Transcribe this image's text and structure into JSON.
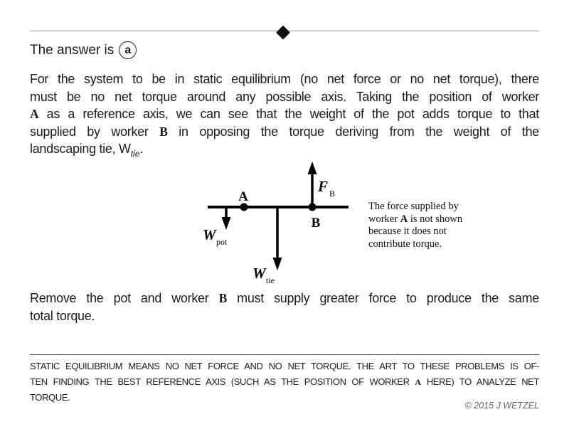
{
  "icons": {
    "diamond": "◆"
  },
  "colors": {
    "text": "#1c1c1c",
    "rule_top": "#999999",
    "rule_bottom": "#4a4a4a",
    "copyright_gray": "#666666",
    "diagram_ink": "#000000"
  },
  "answer": {
    "prefix": "The answer is",
    "letter": "a"
  },
  "explanation": {
    "line1": "For the system to be in static equilibrium (no net force or no net torque), there",
    "line2": "must be no net torque around any possible axis.  Taking the position of worker",
    "line3_bold": "A",
    "line3_rest": " as a reference axis, we can see that the weight of the pot adds torque to that",
    "line4_pre": "supplied by worker ",
    "line4_bold": "B",
    "line4_rest": " in opposing the torque deriving from the weight of the",
    "line5_pre": "landscaping tie, W",
    "line5_sub": "tie",
    "line5_end": "."
  },
  "diagram": {
    "point_a": "A",
    "point_b": "B",
    "f_label": "F",
    "f_sub": "B",
    "wpot_label": "W",
    "wpot_sub": "pot",
    "wtie_label": "W",
    "wtie_sub": "tie",
    "note_pre": "The force supplied by worker ",
    "note_bold": "A",
    "note_rest": " is not shown because it does not contribute torque."
  },
  "conclusion": {
    "line1_pre": "Remove the pot and worker ",
    "line1_bold": "B",
    "line1_rest": " must supply greater force to produce the same",
    "line2": "total torque."
  },
  "footnote": {
    "line1": "STATIC EQUILIBRIUM MEANS NO NET FORCE AND NO NET TORQUE.  THE ART TO THESE PROBLEMS IS OF-",
    "line2_pre": "TEN FINDING THE BEST REFERENCE AXIS (SUCH AS THE POSITION OF WORKER ",
    "line2_bold": "A",
    "line2_rest": " HERE) TO ANALYZE NET",
    "line3": "TORQUE."
  },
  "copyright": "© 2015 J WETZEL"
}
